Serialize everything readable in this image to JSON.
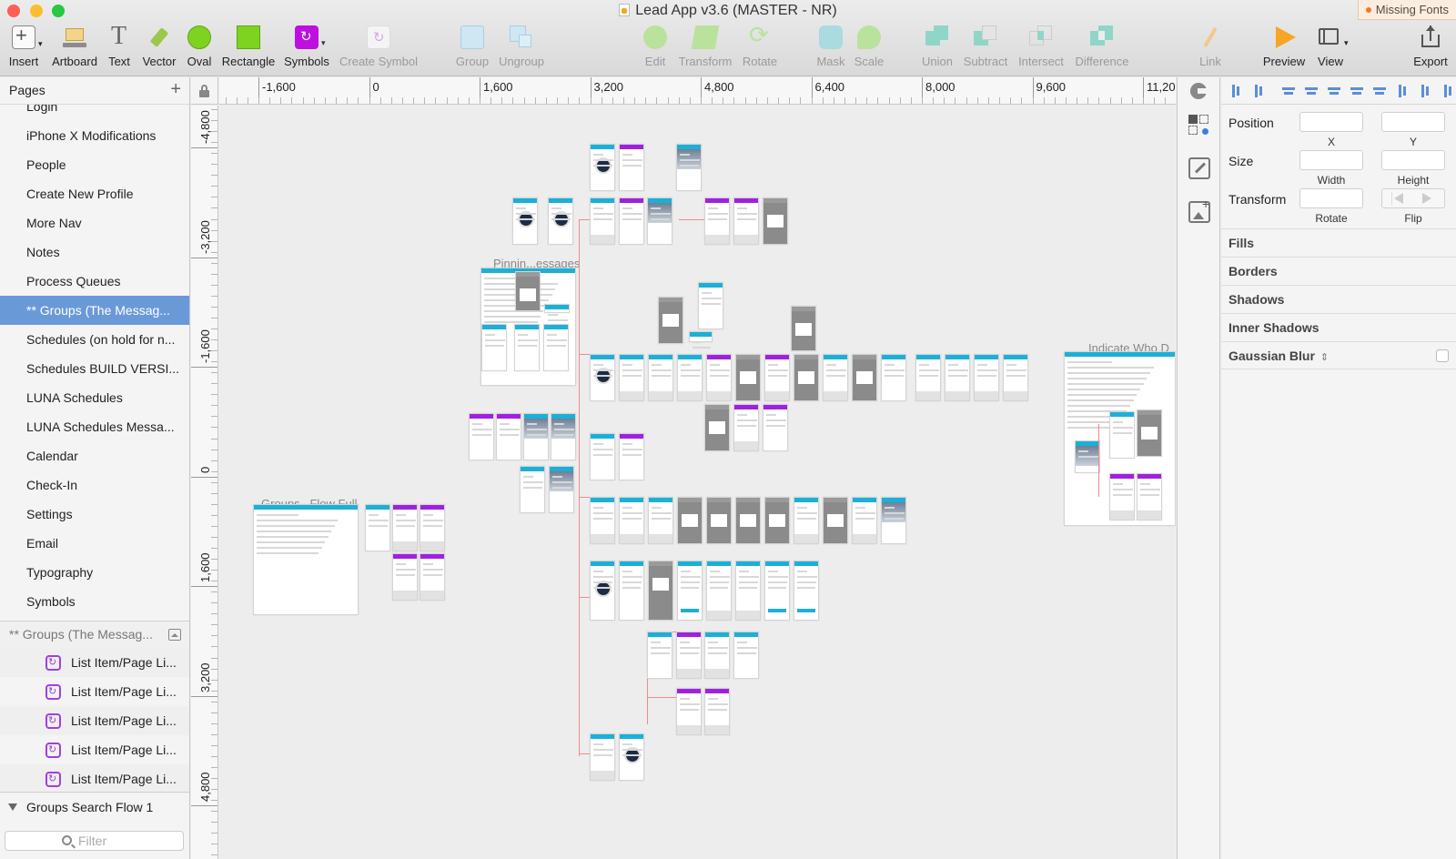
{
  "window": {
    "title": "Lead App v3.6 (MASTER - NR)",
    "missing_fonts": "Missing Fonts"
  },
  "colors": {
    "traffic_close": "#ff5f57",
    "traffic_min": "#febc2e",
    "traffic_max": "#28c840",
    "selection": "#6a99d8",
    "accent": "#5b8fd6",
    "symbol": "#a040e0",
    "header_cyan": "#1ab0d8",
    "header_purple": "#a020e0",
    "connector": "#f08a8a"
  },
  "toolbar": {
    "insert": "Insert",
    "artboard": "Artboard",
    "text": "Text",
    "vector": "Vector",
    "oval": "Oval",
    "rectangle": "Rectangle",
    "symbols": "Symbols",
    "create_symbol": "Create Symbol",
    "group": "Group",
    "ungroup": "Ungroup",
    "edit": "Edit",
    "transform": "Transform",
    "rotate": "Rotate",
    "mask": "Mask",
    "scale": "Scale",
    "union": "Union",
    "subtract": "Subtract",
    "intersect": "Intersect",
    "difference": "Difference",
    "link": "Link",
    "preview": "Preview",
    "view": "View",
    "export": "Export"
  },
  "pages": {
    "header": "Pages",
    "items": [
      {
        "label": "Login",
        "selected": false
      },
      {
        "label": "iPhone X Modifications",
        "selected": false
      },
      {
        "label": "People",
        "selected": false
      },
      {
        "label": "Create New Profile",
        "selected": false
      },
      {
        "label": "More Nav",
        "selected": false
      },
      {
        "label": "Notes",
        "selected": false
      },
      {
        "label": "Process Queues",
        "selected": false
      },
      {
        "label": "** Groups (The Messag...",
        "selected": true
      },
      {
        "label": "Schedules (on hold for n...",
        "selected": false
      },
      {
        "label": "Schedules BUILD VERSI...",
        "selected": false
      },
      {
        "label": "LUNA Schedules",
        "selected": false
      },
      {
        "label": "LUNA Schedules Messa...",
        "selected": false
      },
      {
        "label": "Calendar",
        "selected": false
      },
      {
        "label": "Check-In",
        "selected": false
      },
      {
        "label": "Settings",
        "selected": false
      },
      {
        "label": "Email",
        "selected": false
      },
      {
        "label": "Typography",
        "selected": false
      },
      {
        "label": "Symbols",
        "selected": false
      }
    ]
  },
  "layers": {
    "header": "** Groups (The Messag...",
    "items": [
      "List Item/Page Li...",
      "List Item/Page Li...",
      "List Item/Page Li...",
      "List Item/Page Li...",
      "List Item/Page Li..."
    ],
    "group": "Groups Search Flow 1",
    "filter_placeholder": "Filter"
  },
  "rulers": {
    "horizontal": [
      "-1,600",
      "0",
      "1,600",
      "3,200",
      "4,800",
      "6,400",
      "8,000",
      "9,600",
      "11,20"
    ],
    "vertical": [
      "-4,800",
      "-3,200",
      "-1,600",
      "0",
      "1,600",
      "3,200",
      "4,800"
    ]
  },
  "canvas": {
    "artboard_labels": [
      "Pinnin...essages",
      "Groups...Flow Full",
      "Indicate Who D"
    ]
  },
  "inspector": {
    "position": "Position",
    "x": "X",
    "y": "Y",
    "size": "Size",
    "width": "Width",
    "height": "Height",
    "transform": "Transform",
    "rotate": "Rotate",
    "flip": "Flip",
    "sections": [
      "Fills",
      "Borders",
      "Shadows",
      "Inner Shadows",
      "Gaussian Blur"
    ]
  }
}
